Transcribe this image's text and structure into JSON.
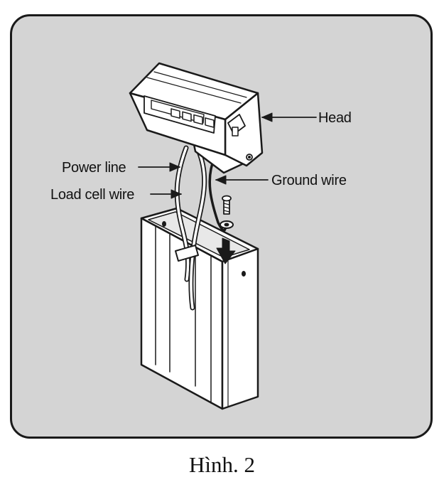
{
  "labels": {
    "head": "Head",
    "power_line": "Power line",
    "ground_wire": "Ground wire",
    "load_cell_wire": "Load cell wire"
  },
  "caption": "Hình. 2",
  "colors": {
    "panel_background": "#d4d4d4",
    "line": "#1a1a1a",
    "device_fill": "#ffffff"
  }
}
